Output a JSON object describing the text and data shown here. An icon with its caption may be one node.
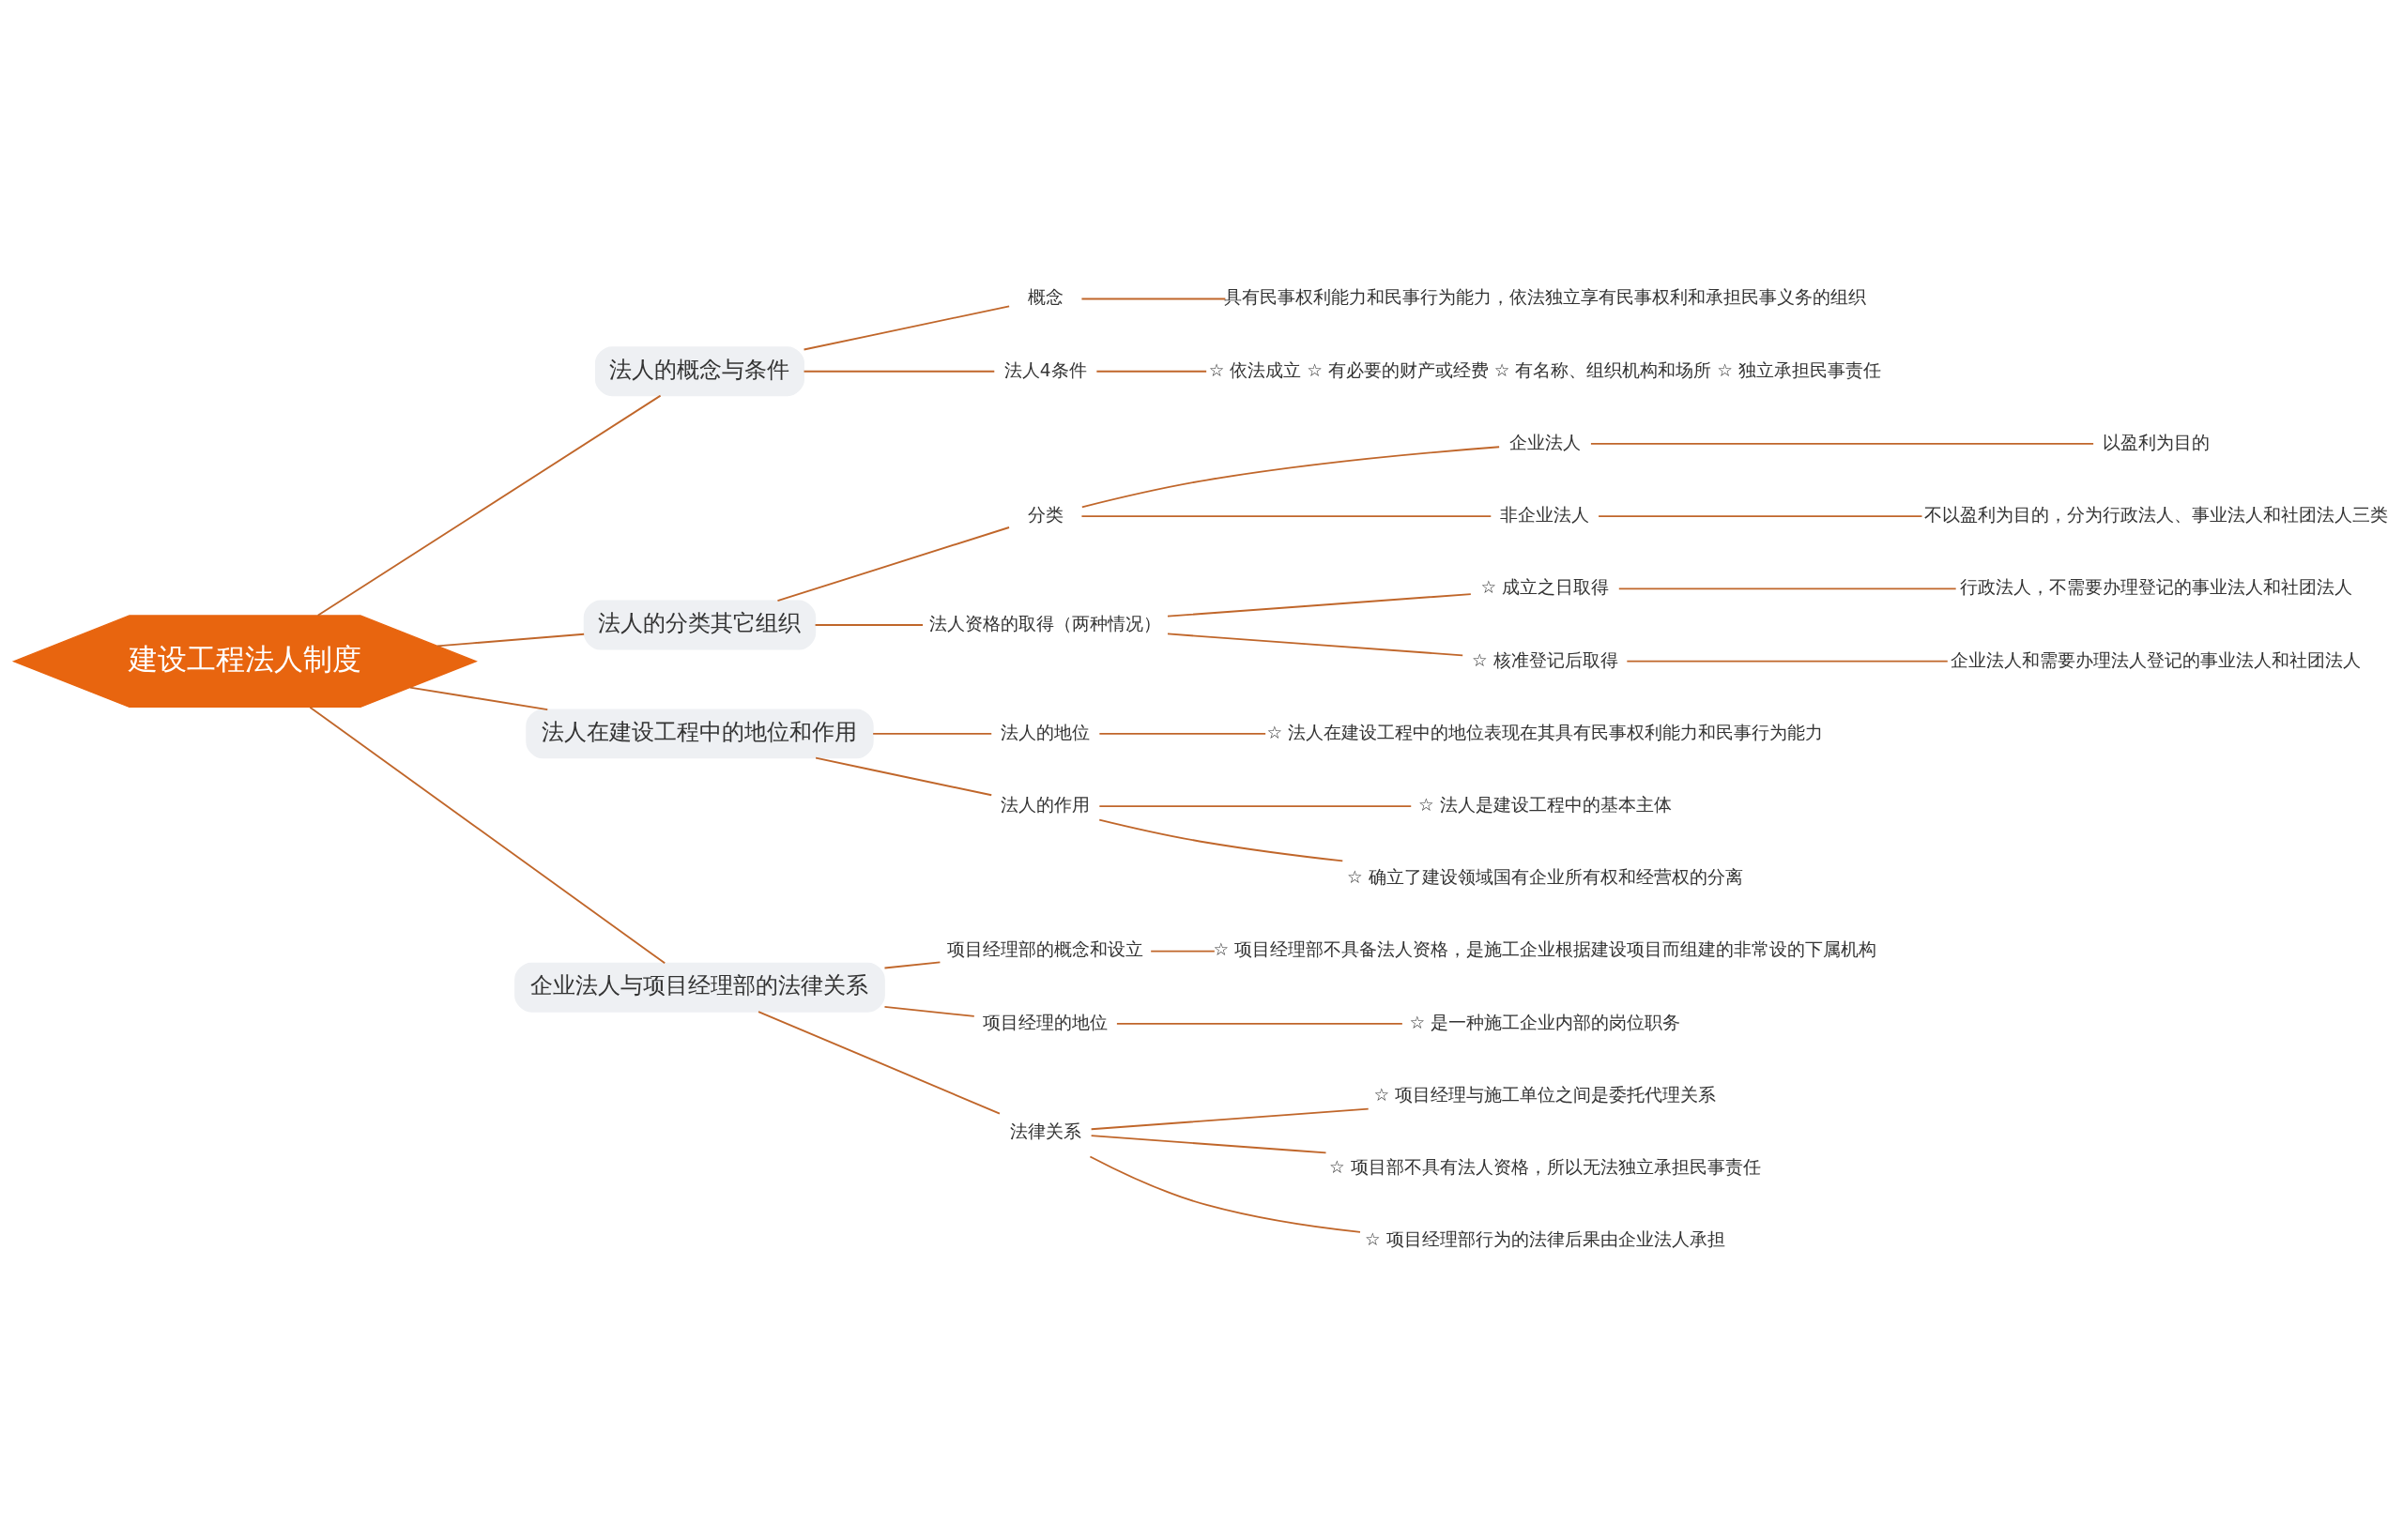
{
  "diagram": {
    "nodes": [
      {
        "text": [
          "建设工程法人制度"
        ]
      },
      {
        "text": [
          "法人的概念与条件"
        ]
      },
      {
        "text": [
          "概念"
        ]
      },
      {
        "text": [
          "具有民事权利能力和民事行为能力，依法独立享有民事权利和承担民事义务的组织"
        ]
      },
      {
        "text": [
          "法人4条件"
        ]
      },
      {
        "text": [
          "☆ 依法成立 ☆ 有必要的财产或经费 ☆ 有名称、组织机构和场所 ☆ 独立承担民事责任"
        ]
      },
      {
        "text": [
          "法人的分类其它组织"
        ]
      },
      {
        "text": [
          "分类"
        ]
      },
      {
        "text": [
          "企业法人"
        ]
      },
      {
        "text": [
          "以盈利为目的"
        ]
      },
      {
        "text": [
          "非企业法人"
        ]
      },
      {
        "text": [
          "不以盈利为目的，分为行政法人、事业法人和社团法人三类"
        ]
      },
      {
        "text": [
          "法人资格的取得（两种情况）"
        ]
      },
      {
        "text": [
          "☆ 成立之日取得"
        ]
      },
      {
        "text": [
          "行政法人，不需要办理登记的事业法人和社团法人"
        ]
      },
      {
        "text": [
          "☆ 核准登记后取得"
        ]
      },
      {
        "text": [
          "企业法人和需要办理法人登记的事业法人和社团法人"
        ]
      },
      {
        "text": [
          "法人在建设工程中的地位和作用"
        ]
      },
      {
        "text": [
          "法人的地位"
        ]
      },
      {
        "text": [
          "☆ 法人在建设工程中的地位表现在其具有民事权利能力和民事行为能力"
        ]
      },
      {
        "text": [
          "法人的作用"
        ]
      },
      {
        "text": [
          "☆ 法人是建设工程中的基本主体"
        ]
      },
      {
        "text": [
          "☆ 确立了建设领域国有企业所有权和经营权的分离"
        ]
      },
      {
        "text": [
          "企业法人与项目经理部的法律关系"
        ]
      },
      {
        "text": [
          "项目经理部的概念和设立"
        ]
      },
      {
        "text": [
          "☆ 项目经理部不具备法人资格，是施工企业根据建设项目而组建的非常设的下属机构"
        ]
      },
      {
        "text": [
          "项目经理的地位"
        ]
      },
      {
        "text": [
          "☆ 是一种施工企业内部的岗位职务"
        ]
      },
      {
        "text": [
          "法律关系"
        ]
      },
      {
        "text": [
          "☆ 项目经理与施工单位之间是委托代理关系"
        ]
      },
      {
        "text": [
          "☆ 项目部不具有法人资格，所以无法独立承担民事责任"
        ]
      },
      {
        "text": [
          "☆ 项目经理部行为的法律后果由企业法人承担"
        ]
      }
    ],
    "edges": [
      {
        "from": 0,
        "to": 1,
        "arrow": "none"
      },
      {
        "from": 1,
        "to": 2,
        "arrow": "none"
      },
      {
        "from": 2,
        "to": 3,
        "arrow": "none"
      },
      {
        "from": 1,
        "to": 4,
        "arrow": "none"
      },
      {
        "from": 4,
        "to": 5,
        "arrow": "none"
      },
      {
        "from": 0,
        "to": 6,
        "arrow": "none"
      },
      {
        "from": 6,
        "to": 7,
        "arrow": "none"
      },
      {
        "from": 7,
        "to": 8,
        "arrow": "none"
      },
      {
        "from": 8,
        "to": 9,
        "arrow": "none"
      },
      {
        "from": 7,
        "to": 10,
        "arrow": "none"
      },
      {
        "from": 10,
        "to": 11,
        "arrow": "none"
      },
      {
        "from": 6,
        "to": 12,
        "arrow": "none"
      },
      {
        "from": 12,
        "to": 13,
        "arrow": "none"
      },
      {
        "from": 13,
        "to": 14,
        "arrow": "none"
      },
      {
        "from": 12,
        "to": 15,
        "arrow": "none"
      },
      {
        "from": 15,
        "to": 16,
        "arrow": "none"
      },
      {
        "from": 0,
        "to": 17,
        "arrow": "none"
      },
      {
        "from": 17,
        "to": 18,
        "arrow": "none"
      },
      {
        "from": 18,
        "to": 19,
        "arrow": "none"
      },
      {
        "from": 17,
        "to": 20,
        "arrow": "none"
      },
      {
        "from": 20,
        "to": 21,
        "arrow": "none"
      },
      {
        "from": 20,
        "to": 22,
        "arrow": "none"
      },
      {
        "from": 0,
        "to": 23,
        "arrow": "none"
      },
      {
        "from": 23,
        "to": 24,
        "arrow": "none"
      },
      {
        "from": 24,
        "to": 25,
        "arrow": "none"
      },
      {
        "from": 23,
        "to": 26,
        "arrow": "none"
      },
      {
        "from": 26,
        "to": 27,
        "arrow": "none"
      },
      {
        "from": 23,
        "to": 28,
        "arrow": "none"
      },
      {
        "from": 28,
        "to": 29,
        "arrow": "none"
      },
      {
        "from": 28,
        "to": 30,
        "arrow": "none"
      },
      {
        "from": 28,
        "to": 31,
        "arrow": "none"
      }
    ]
  }
}
